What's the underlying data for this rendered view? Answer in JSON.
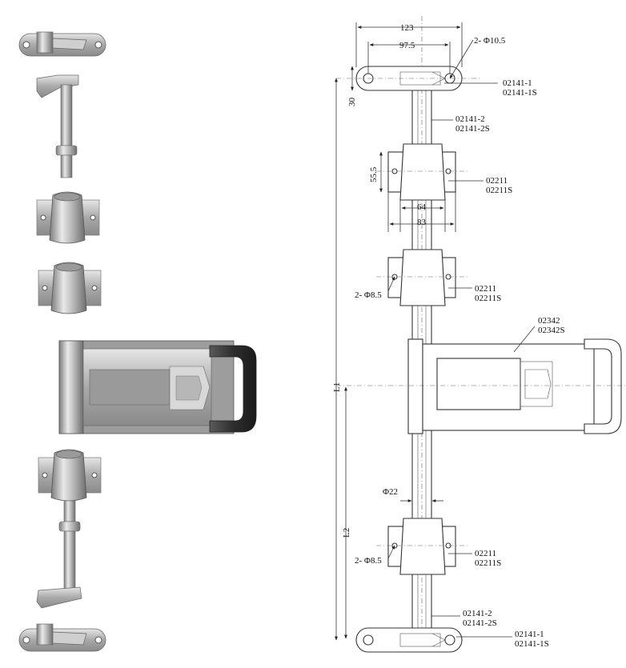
{
  "dimensions": {
    "width_123": "123",
    "width_97_5": "97.5",
    "hole_phi_10_5": "2- Φ10.5",
    "height_30": "30",
    "height_55_5": "55.5",
    "width_64": "64",
    "width_83": "83",
    "hole_phi_8_5_upper": "2- Φ8.5",
    "hole_phi_8_5_lower": "2- Φ8.5",
    "rod_phi_22": "Φ22",
    "length_l1": "L1",
    "length_l2": "L2"
  },
  "part_labels": {
    "top_bracket": [
      "02141-1",
      "02141-1S"
    ],
    "top_rod": [
      "02141-2",
      "02141-2S"
    ],
    "guide_1": [
      "02211",
      "02211S"
    ],
    "guide_2": [
      "02211",
      "02211S"
    ],
    "handle": [
      "02342",
      "02342S"
    ],
    "guide_3": [
      "02211",
      "02211S"
    ],
    "bottom_rod": [
      "02141-2",
      "02141-2S"
    ],
    "bottom_bracket": [
      "02141-1",
      "02141-1S"
    ]
  }
}
